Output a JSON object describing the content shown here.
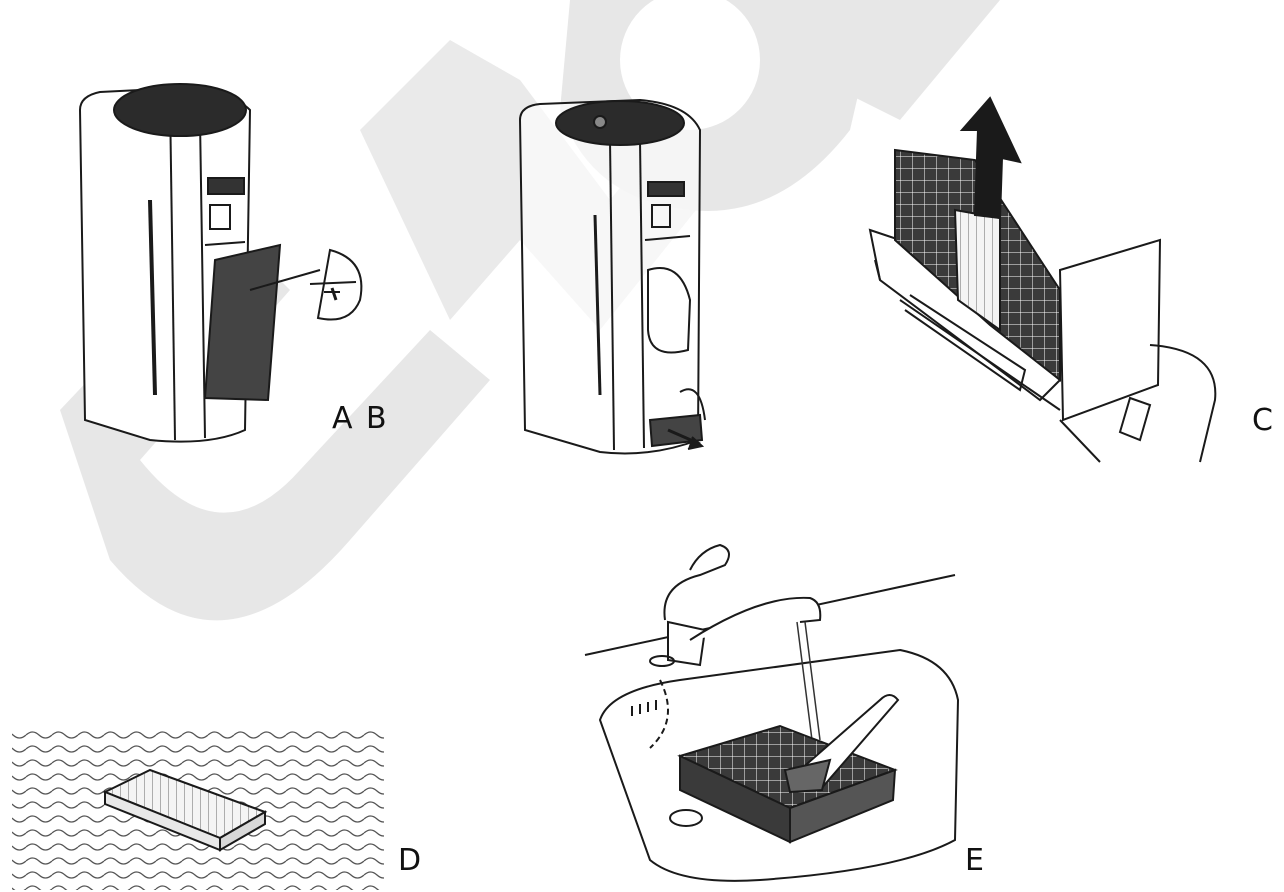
{
  "labels": {
    "a": "A",
    "b": "B",
    "c": "C",
    "d": "D",
    "e": "E"
  },
  "colors": {
    "line": "#1a1a1a",
    "dark": "#2b2b2b",
    "sponge": "#3a3a3a",
    "watermark": "#e3e3e3"
  }
}
